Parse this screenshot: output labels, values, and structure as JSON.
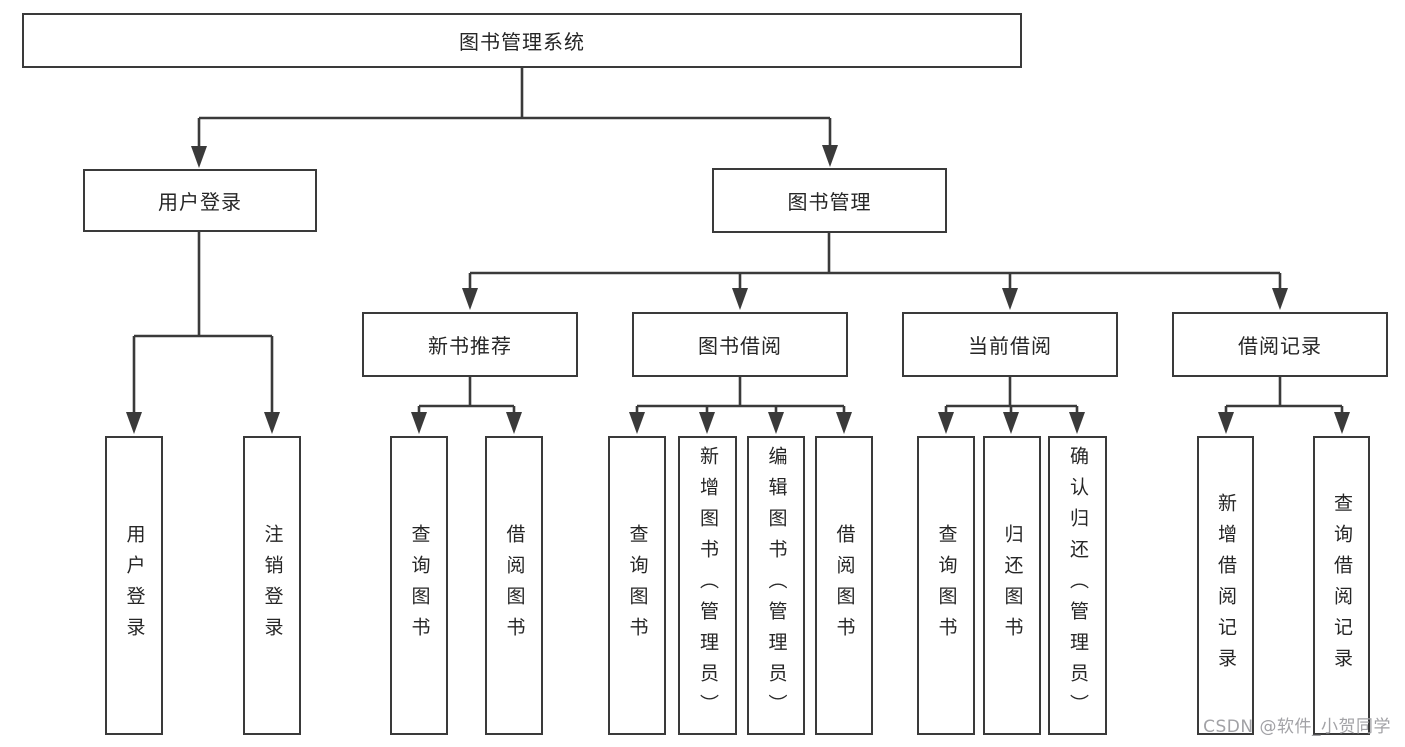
{
  "tree": {
    "label": "图书管理系统",
    "children": [
      {
        "label": "用户登录",
        "children": [
          {
            "label": "用户登录"
          },
          {
            "label": "注销登录"
          }
        ]
      },
      {
        "label": "图书管理",
        "children": [
          {
            "label": "新书推荐",
            "children": [
              {
                "label": "查询图书"
              },
              {
                "label": "借阅图书"
              }
            ]
          },
          {
            "label": "图书借阅",
            "children": [
              {
                "label": "查询图书"
              },
              {
                "label": "新增图书（管理员）"
              },
              {
                "label": "编辑图书（管理员）"
              },
              {
                "label": "借阅图书"
              }
            ]
          },
          {
            "label": "当前借阅",
            "children": [
              {
                "label": "查询图书"
              },
              {
                "label": "归还图书"
              },
              {
                "label": "确认归还（管理员）"
              }
            ]
          },
          {
            "label": "借阅记录",
            "children": [
              {
                "label": "新增借阅记录"
              },
              {
                "label": "查询借阅记录"
              }
            ]
          }
        ]
      }
    ]
  },
  "watermark": {
    "text": "CSDN @软件_小贺同学"
  },
  "colors": {
    "line": "#3a3a3a",
    "box_border": "#3a3a3a",
    "text": "#262626",
    "watermark_text": "#a2a2a6",
    "background": "#ffffff"
  }
}
